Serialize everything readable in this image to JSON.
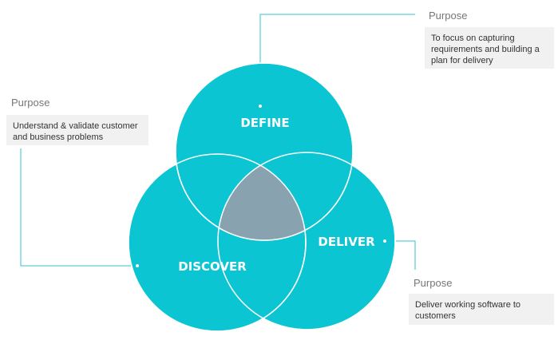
{
  "colors": {
    "circle_fill": "#0bc5d3",
    "circle_stroke": "#ffffff",
    "intersection_fill": "#88a2b0",
    "connector_line": "#35c3cf",
    "box_bg": "#f1f1f1"
  },
  "circles": {
    "define": {
      "label": "DEFINE"
    },
    "discover": {
      "label": "DISCOVER"
    },
    "deliver": {
      "label": "DELIVER"
    }
  },
  "callouts": {
    "define": {
      "heading": "Purpose",
      "text": "To focus on capturing requirements and building a plan for delivery"
    },
    "discover": {
      "heading": "Purpose",
      "text": "Understand & validate customer and business problems"
    },
    "deliver": {
      "heading": "Purpose",
      "text": "Deliver working software to customers"
    }
  }
}
